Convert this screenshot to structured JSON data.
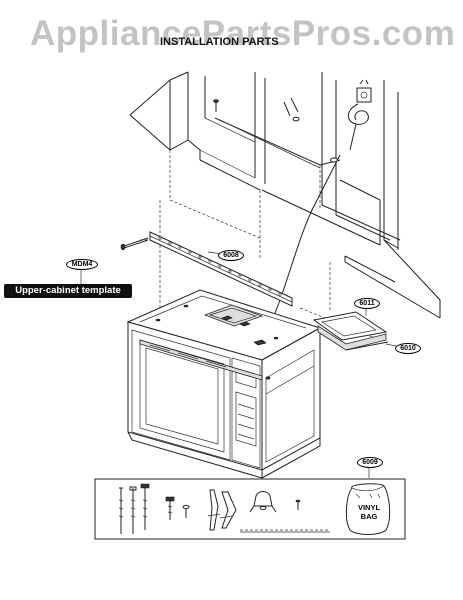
{
  "watermark": "AppliancePartsPros.com",
  "title": "INSTALLATION PARTS",
  "callouts": {
    "mdm4": "MDM4",
    "p6008": "6008",
    "p6011": "6011",
    "p6010": "6010",
    "p6009": "6009"
  },
  "template_label": "Upper-cabinet template",
  "vinyl_bag": {
    "line1": "VINYL",
    "line2": "BAG"
  }
}
